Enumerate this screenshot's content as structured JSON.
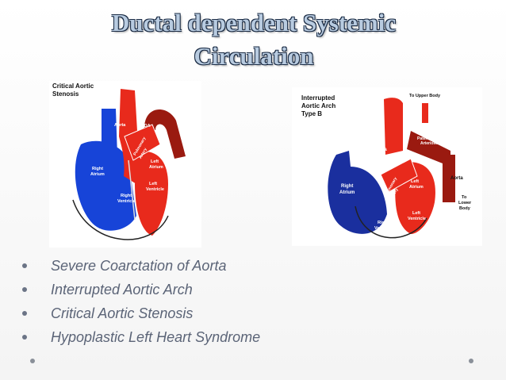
{
  "slide": {
    "title_line1": "Ductal dependent Systemic",
    "title_line2": "Circulation"
  },
  "figure1": {
    "heading_line1": "Critical Aortic",
    "heading_line2": "Stenosis",
    "labels": {
      "aorta": "Aorta",
      "pda": "PDA",
      "pulmonary": "Pulmonary",
      "artery": "Artery",
      "left_atrium_1": "Left",
      "left_atrium_2": "Atrium",
      "right_atrium_1": "Right",
      "right_atrium_2": "Atrium",
      "left_ventricle_1": "Left",
      "left_ventricle_2": "Ventricle",
      "right_ventricle_1": "Right",
      "right_ventricle_2": "Ventricle"
    }
  },
  "figure2": {
    "heading_line1": "Interrupted",
    "heading_line2": "Aortic Arch",
    "heading_line3": "Type B",
    "labels": {
      "to_upper_body": "To Upper Body",
      "pda_1": "Patent Ductus",
      "pda_2": "Arteriosus",
      "aorta_left": "Aorta",
      "aorta_right": "Aorta",
      "pulmonary": "Pulmonary",
      "artery": "Artery",
      "left_atrium_1": "Left",
      "left_atrium_2": "Atrium",
      "right_atrium_1": "Right",
      "right_atrium_2": "Atrium",
      "left_ventricle_1": "Left",
      "left_ventricle_2": "Ventricle",
      "right_ventricle_1": "Right",
      "right_ventricle_2": "Ventricle",
      "to_lower_1": "To",
      "to_lower_2": "Lower",
      "to_lower_3": "Body"
    }
  },
  "bullets": [
    "Severe Coarctation of Aorta",
    "Interrupted Aortic Arch",
    "Critical Aortic Stenosis",
    "Hypoplastic Left Heart Syndrome"
  ],
  "colors": {
    "blood_red": "#e82a1c",
    "blood_blue": "#1744d8",
    "dark_red": "#9a1a10",
    "title_fill": "#b8cbe0",
    "bullet_text": "#5b6477"
  }
}
